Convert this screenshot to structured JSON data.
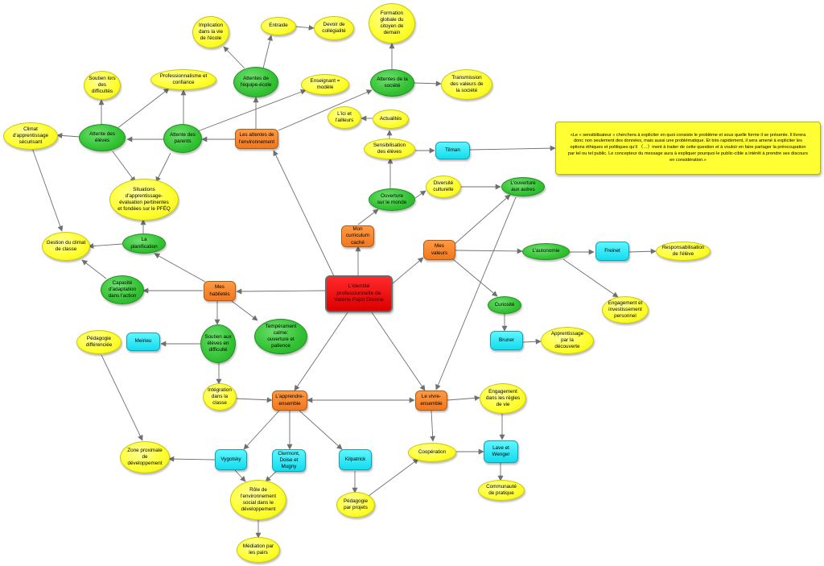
{
  "central": "L'identité\nprofessionnelle de\nValérie Pajot Dionne",
  "hubs": {
    "habiletes": "Mes\nhabiletés",
    "valeurs": "Mes valeurs",
    "attentes_env": "Les attentes de\nl'environnement",
    "curriculum": "Mon\ncurriculum\ncaché",
    "apprendre": "L'apprendre-\nensemble",
    "vivre": "Le vivre-\nensemble"
  },
  "green_nodes": {
    "equipe": "Attentes de\nl'équipe-école",
    "societe": "Attentes de la\nsociété",
    "eleves": "Attente des\nélèves",
    "parents": "Attente des\nparents",
    "planification": "La\nplanification",
    "capacite": "Capacité\nd'adaptation\ndans l'action",
    "soutien": "Soutien aux\nélèves en\ndifficulté",
    "temperament": "Tempérament\ncalme:\nouverture et\npatience",
    "ouverture_monde": "Ouverture\nsur le monde",
    "ouverture_autres": "L'ouverture\naux autres",
    "autonomie": "L'autonomie",
    "curiosite": "Curiosité"
  },
  "yellow_nodes": {
    "implication": "Implication\ndans la vie\nde l'école",
    "entraide": "Entraide",
    "devoir": "Devoir de\ncollégialité",
    "formation": "Formation\nglobale du\ncitoyen de\ndemain",
    "transmission": "Transmission\ndes valeurs de\nla société",
    "enseignant_modele": "Enseignant =\nmodèle",
    "professionnalisme": "Professionnalisme et\nconfiance",
    "soutien_lors": "Soutien lors\ndes\ndifficultés",
    "climat_securisant": "Climat\nd'apprentissage\nsécurisant",
    "situations": "Situations\nd'apprentissage-\névaluation pertinentes\net fondées sur le PFÉQ",
    "gestion": "Gestion du climat\nde classe",
    "ici_ailleurs": "L'ici et\nl'ailleurs",
    "actualites": "Actualités",
    "sensibilisation": "Sensibilisation\ndes élèves",
    "diversite": "Diversité\nculturelle",
    "responsabilisation": "Responsabilisation\nde l'élève",
    "engagement_invest": "Engagement et\ninvestissement\npersonnel",
    "apprentissage_decouverte": "Apprentissage\npar la\ndécouverte",
    "pedagogie_diff": "Pédagogie\ndifférenciée",
    "integration": "Intégration\ndans la\nclasse",
    "zone": "Zone proximale\nde\ndéveloppement",
    "role": "Rôle de\nl'environnement\nsocial dans le\ndéveloppement",
    "mediation": "Médiation par\nles pairs",
    "pedagogie_projets": "Pédagogie\npar projets",
    "cooperation": "Coopération",
    "engagement_regles": "Engagement\ndans les règles\nde vie",
    "communaute": "Communauté\nde pratique"
  },
  "cyan_nodes": {
    "tilman": "Tilman",
    "freinet": "Freinet",
    "bruner": "Bruner",
    "meirieu": "Meirieu",
    "vygotsky": "Vygotsky",
    "clermont": "Clermont,\nDoise et\nMugny",
    "kilpatrick": "Kilpatrick",
    "lave_wenger": "Lave et\nWenger"
  },
  "quote": "«Le « sensibilisateur » cherchera à expliciter en quoi consiste le problème et sous quelle forme il se présente. Il livrera donc non seulement des données, mais aussi une problématique. Et très rapidement, il sera amené à expliciter les options éthiques et politiques qu'il 〈…〉ment à traiter de cette question et à vouloir en faire partager la préoccupation par tel ou tel public. Le concepteur du message aura à expliquer pourquoi le public-cible a intérêt à prendre ses discours en considération.»"
}
